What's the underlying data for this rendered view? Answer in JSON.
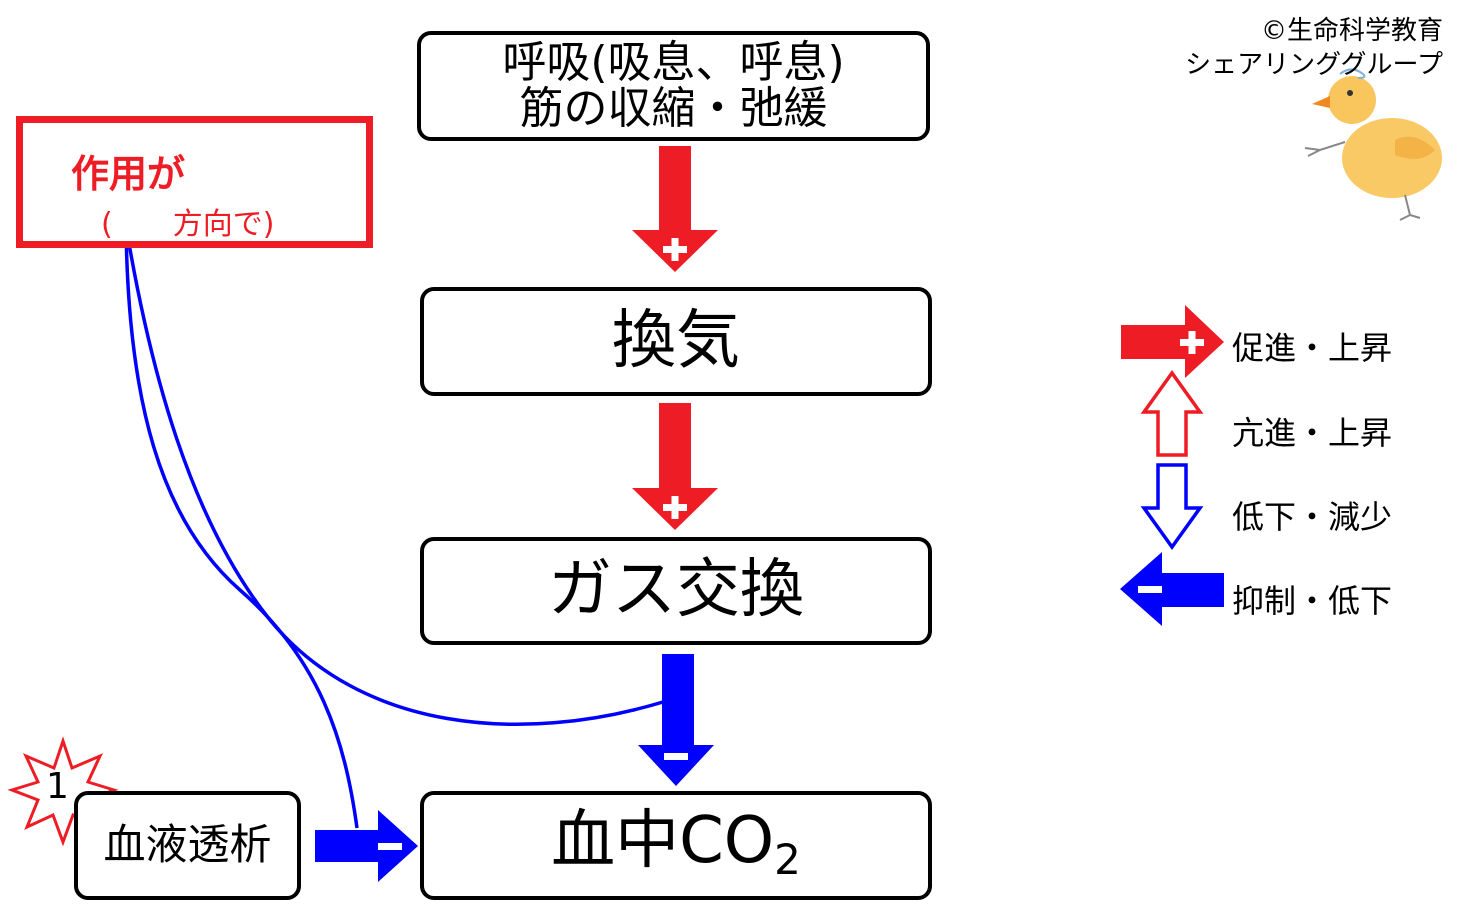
{
  "copyright": {
    "line1": "©生命科学教育",
    "line2": "シェアリンググループ"
  },
  "effect_box": {
    "title": "作用が",
    "subtitle": "(　　方向で)"
  },
  "nodes": {
    "respiration": {
      "line1": "呼吸(吸息、呼息)",
      "line2": "筋の収縮・弛緩"
    },
    "ventilation": "換気",
    "gas_exchange": "ガス交換",
    "blood_co2": {
      "main": "血中CO",
      "sub": "2"
    },
    "dialysis": "血液透析"
  },
  "marker": {
    "number": "1"
  },
  "legend": [
    {
      "label": "促進・上昇",
      "icon": "red-filled-right-arrow-plus-icon"
    },
    {
      "label": "亢進・上昇",
      "icon": "red-outline-up-arrow-icon"
    },
    {
      "label": "低下・減少",
      "icon": "blue-outline-down-arrow-icon"
    },
    {
      "label": "抑制・低下",
      "icon": "blue-filled-left-arrow-minus-icon"
    }
  ],
  "colors": {
    "red": "#ee1c24",
    "blue": "#0000ff",
    "chick": "#f7c04a"
  }
}
